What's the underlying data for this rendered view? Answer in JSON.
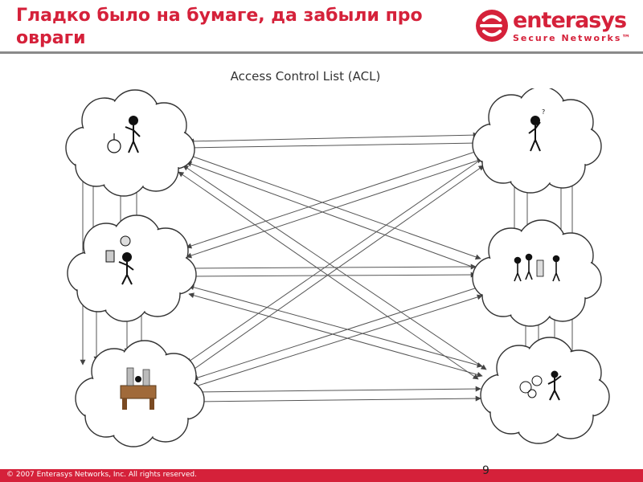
{
  "slide": {
    "title": "Гладко было на бумаге, да забыли про овраги",
    "subtitle": "Access Control List (ACL)",
    "footer": "© 2007 Enterasys Networks, Inc.  All rights reserved.",
    "page_number": "9"
  },
  "logo": {
    "wordmark": "enterasys",
    "tagline": "Secure Networks™",
    "color": "#d5213a",
    "icon": "enterasys-e-logo"
  },
  "colors": {
    "accent": "#d5213a",
    "line": "#555555",
    "cloud_outline": "#333333"
  },
  "diagram": {
    "nodes": [
      {
        "id": "left-top",
        "icon": "person-scientist-icon"
      },
      {
        "id": "left-middle",
        "icon": "person-thinking-icon"
      },
      {
        "id": "left-bottom",
        "icon": "person-desk-icon"
      },
      {
        "id": "right-top",
        "icon": "person-question-icon"
      },
      {
        "id": "right-middle",
        "icon": "people-group-icon"
      },
      {
        "id": "right-bottom",
        "icon": "person-gears-icon"
      }
    ]
  }
}
